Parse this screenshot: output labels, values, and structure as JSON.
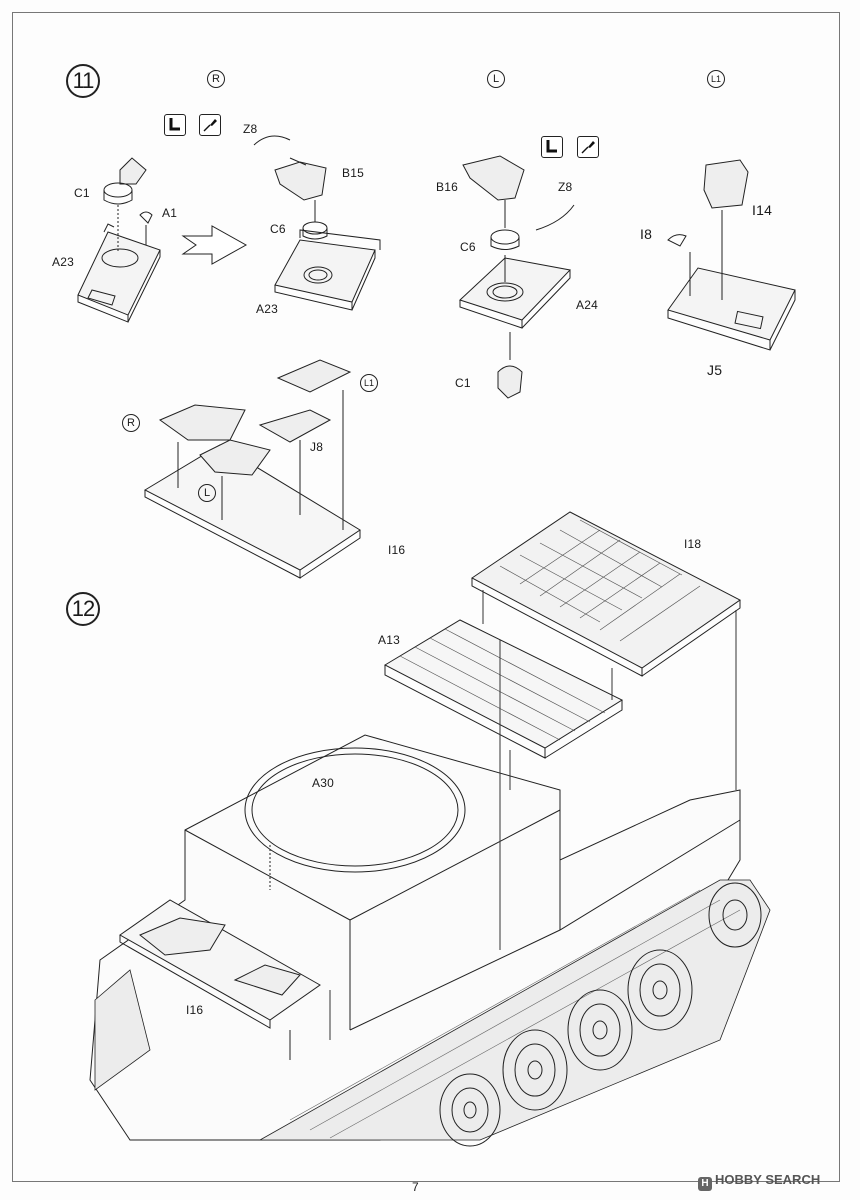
{
  "steps": [
    {
      "number": "11"
    },
    {
      "number": "12"
    }
  ],
  "markers": {
    "right": "R",
    "left": "L",
    "left1": "L1"
  },
  "parts": {
    "c1": "C1",
    "a1": "A1",
    "a23": "A23",
    "z8": "Z8",
    "b15": "B15",
    "c6": "C6",
    "b16": "B16",
    "a24": "A24",
    "i14": "I14",
    "i8": "I8",
    "j5": "J5",
    "j8": "J8",
    "i16": "I16",
    "i18": "I18",
    "a13": "A13",
    "a30": "A30"
  },
  "icons": [
    "cement-tool-icon",
    "brush-tool-icon",
    "step-arrow-icon"
  ],
  "footer": {
    "page_number": "7",
    "watermark": "HOBBY SEARCH"
  }
}
